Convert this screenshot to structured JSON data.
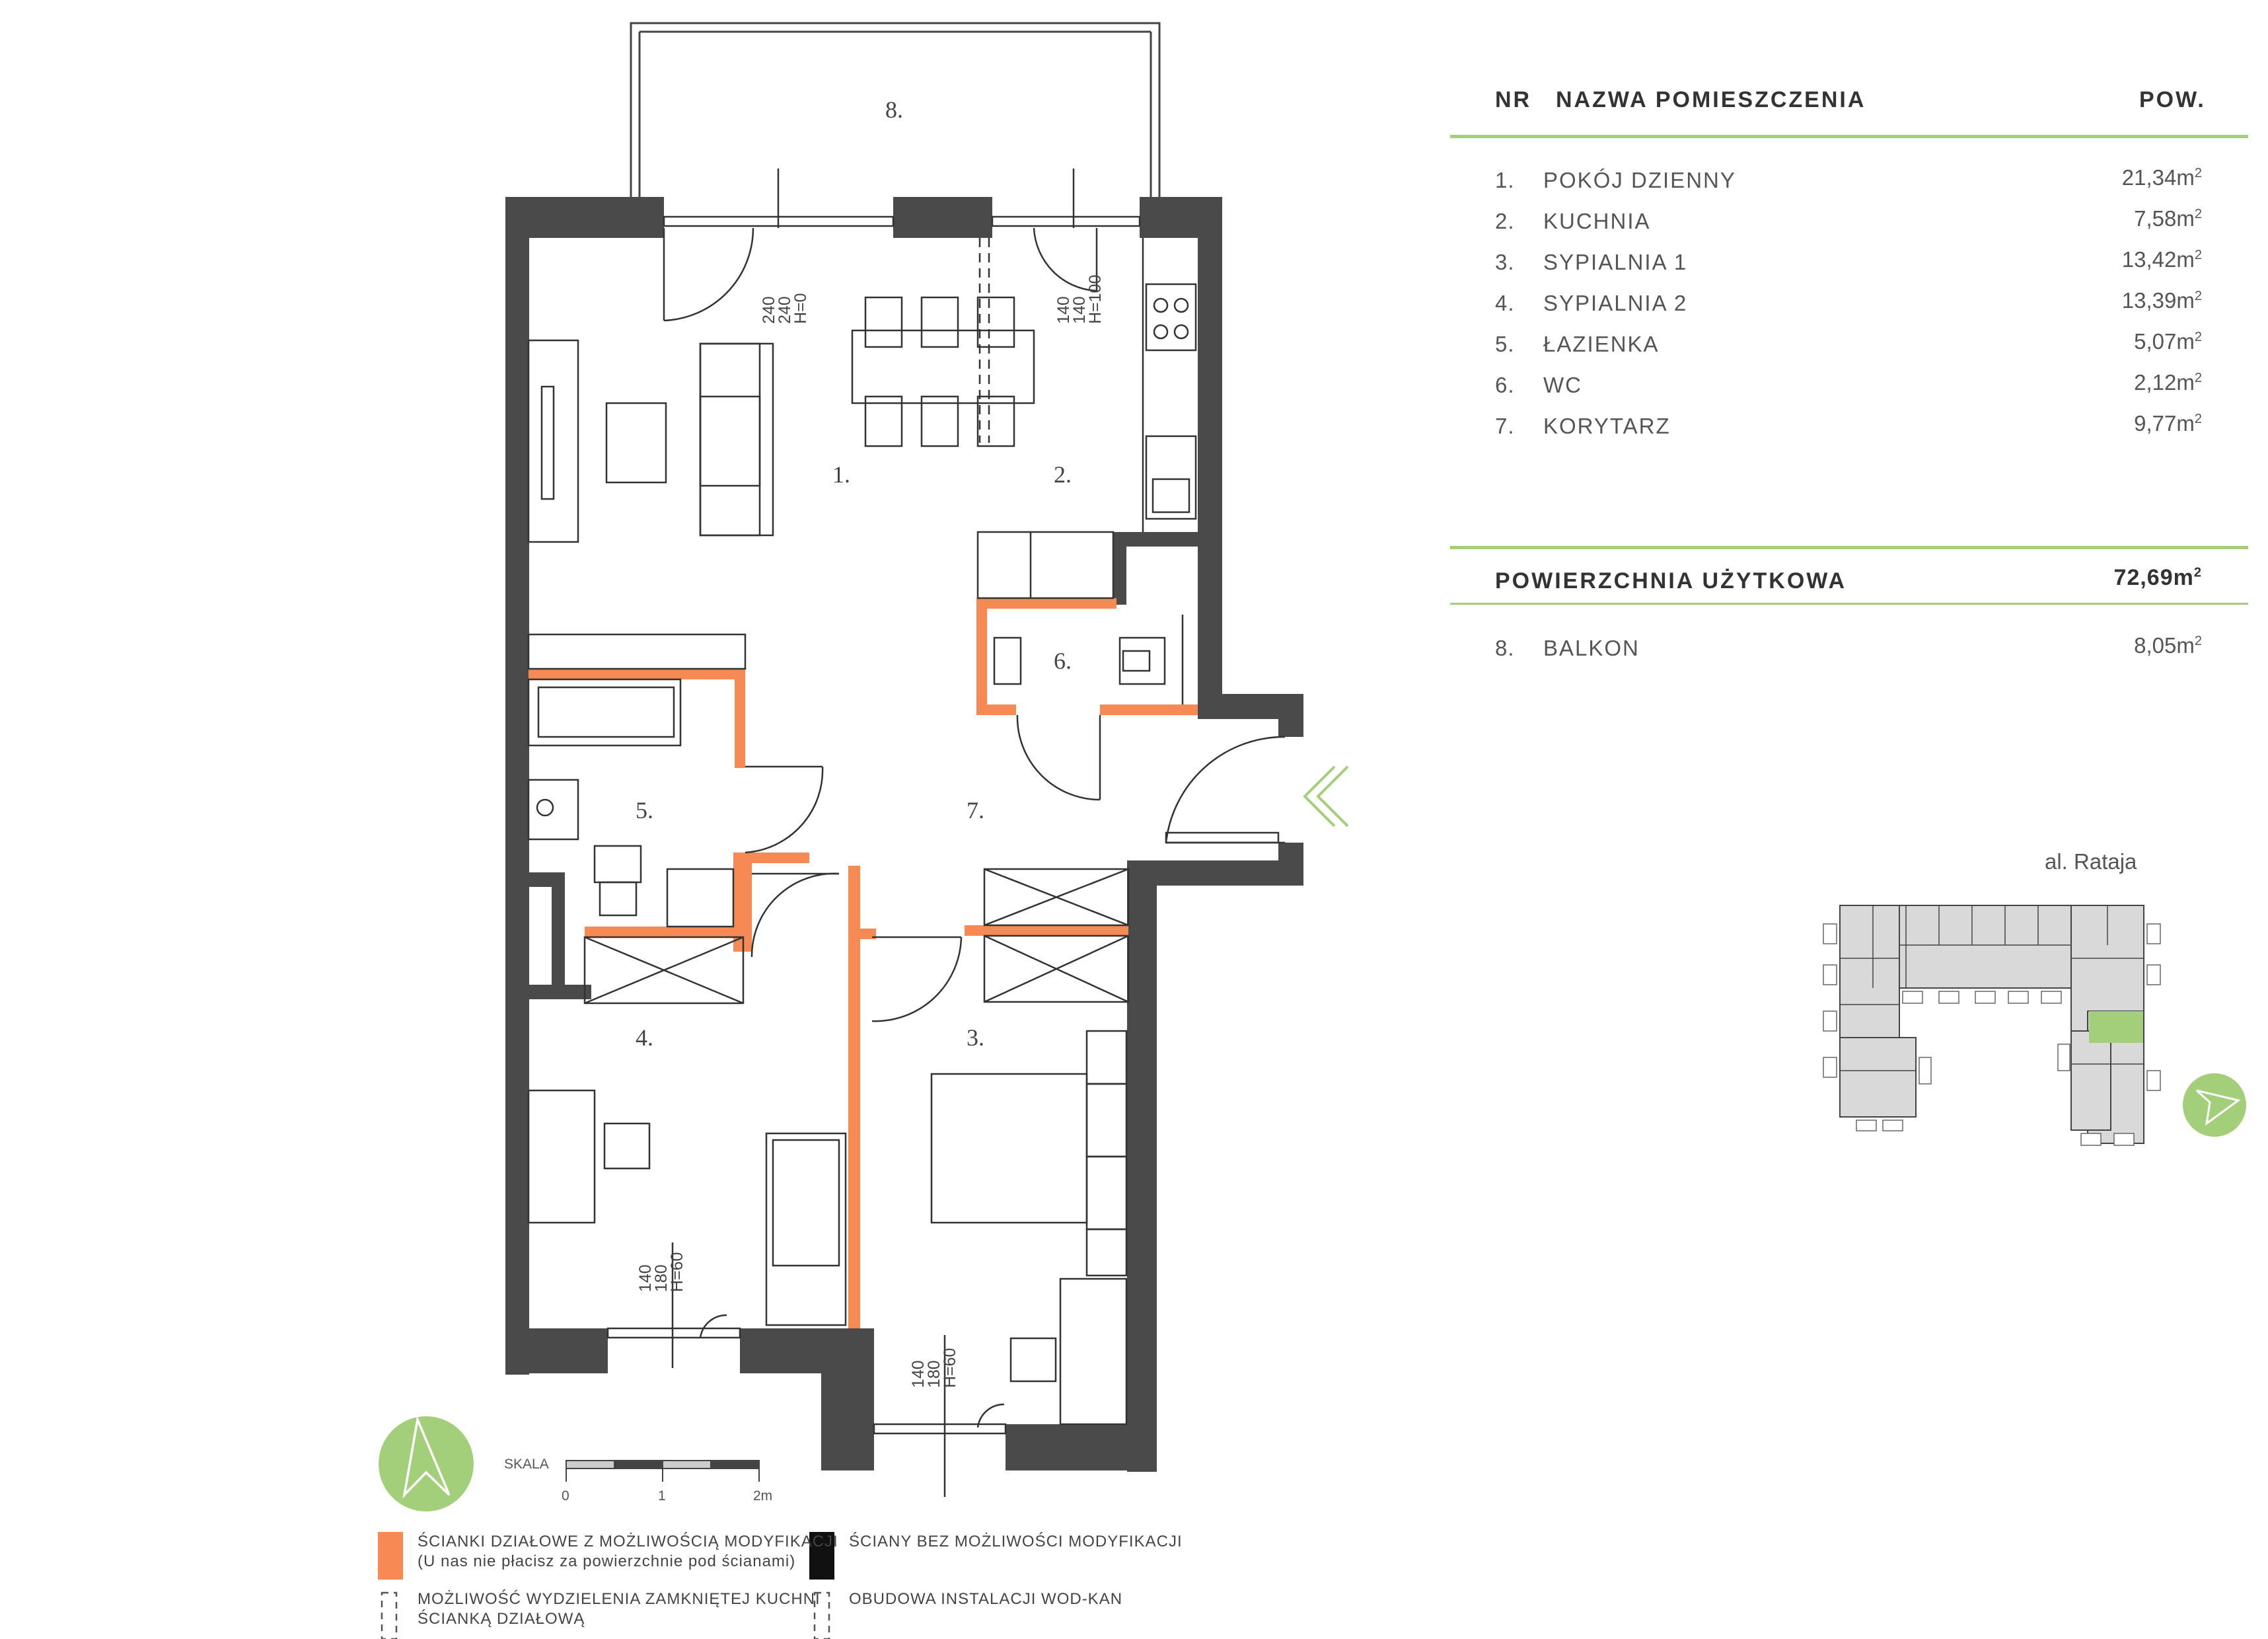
{
  "table": {
    "header": {
      "nr": "NR",
      "name": "NAZWA POMIESZCZENIA",
      "area": "POW."
    },
    "rooms": [
      {
        "num": "1.",
        "name": "POKÓJ DZIENNY",
        "area": "21,34m",
        "sup": "2"
      },
      {
        "num": "2.",
        "name": "KUCHNIA",
        "area": "7,58m",
        "sup": "2"
      },
      {
        "num": "3.",
        "name": "SYPIALNIA 1",
        "area": "13,42m",
        "sup": "2"
      },
      {
        "num": "4.",
        "name": "SYPIALNIA 2",
        "area": "13,39m",
        "sup": "2"
      },
      {
        "num": "5.",
        "name": "ŁAZIENKA",
        "area": "5,07m",
        "sup": "2"
      },
      {
        "num": "6.",
        "name": "WC",
        "area": "2,12m",
        "sup": "2"
      },
      {
        "num": "7.",
        "name": "KORYTARZ",
        "area": "9,77m",
        "sup": "2"
      }
    ],
    "total": {
      "label": "POWIERZCHNIA UŻYTKOWA",
      "area": "72,69m",
      "sup": "2"
    },
    "balcony": {
      "num": "8.",
      "name": "BALKON",
      "area": "8,05m",
      "sup": "2"
    }
  },
  "plan": {
    "room_labels": {
      "r1": "1.",
      "r2": "2.",
      "r3": "3.",
      "r4": "4.",
      "r5": "5.",
      "r6": "6.",
      "r7": "7.",
      "r8": "8."
    },
    "windows": {
      "w1": [
        "240",
        "240",
        "H=0"
      ],
      "w2": [
        "140",
        "140",
        "H=100"
      ],
      "w3": [
        "140",
        "180",
        "H=60"
      ],
      "w4": [
        "140",
        "180",
        "H=60"
      ]
    }
  },
  "location": {
    "street": "al. Rataja"
  },
  "scale": {
    "label": "SKALA",
    "ticks": [
      "0",
      "1",
      "2m"
    ]
  },
  "legend": {
    "orange": [
      "ŚCIANKI DZIAŁOWE Z MOŻLIWOŚCIĄ MODYFIKACJI",
      "(U nas nie płacisz za powierzchnie pod ścianami)"
    ],
    "black": [
      "ŚCIANY BEZ MOŻLIWOŚCI MODYFIKACJI"
    ],
    "dashed_kitchen": [
      "MOŻLIWOŚĆ WYDZIELENIA ZAMKNIĘTEJ KUCHNI",
      "ŚCIANKĄ DZIAŁOWĄ"
    ],
    "dashed_install": [
      "OBUDOWA INSTALACJI WOD-KAN"
    ]
  },
  "colors": {
    "wall": "#4a4a4a",
    "partition": "#f58a55",
    "accent": "#a3cf7a",
    "building": "#d9d9d9"
  }
}
